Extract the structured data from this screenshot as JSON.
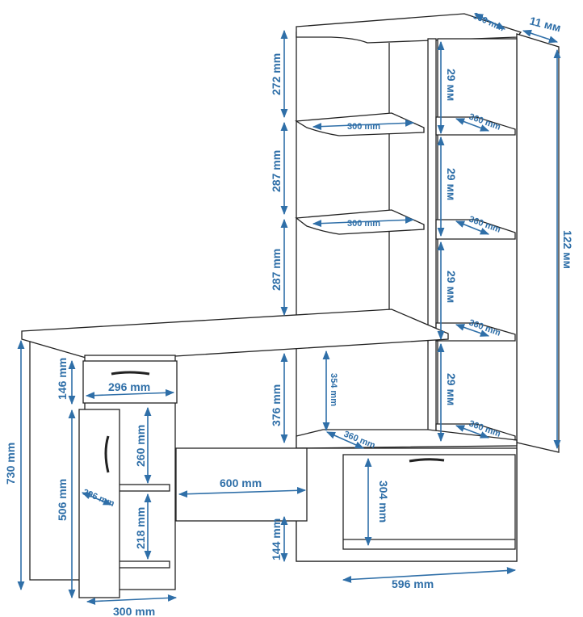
{
  "labels": {
    "top_depth": "360 mm",
    "side_thickness": "11 мм",
    "tower_h1": "272 mm",
    "tower_h2": "287 mm",
    "tower_h3": "287 mm",
    "shelf_w1": "300 mm",
    "shelf_w2": "300 mm",
    "col_h1": "29 мм",
    "col_h2": "29 мм",
    "col_h3": "29 мм",
    "col_h4": "29 мм",
    "col_d1": "360 mm",
    "col_d2": "360 mm",
    "col_d3": "360 mm",
    "col_d4": "360 mm",
    "side_height": "122 мм",
    "desk_height": "730 mm",
    "drawer_h": "146 mm",
    "drawer_w": "296 mm",
    "door_h": "506 mm",
    "door_depth": "296 mm",
    "shelf_h1": "260 mm",
    "shelf_h2": "218 mm",
    "ped_w": "300 mm",
    "knee_w": "600 mm",
    "knee_h": "376 mm",
    "niche_h": "354 mm",
    "niche_d": "360 mm",
    "leg_gap": "144 mm",
    "cab_drawer_h": "304 mm",
    "cab_w": "596 mm"
  },
  "colors": {
    "dimension": "#2f6fa8",
    "outline": "#222222"
  }
}
